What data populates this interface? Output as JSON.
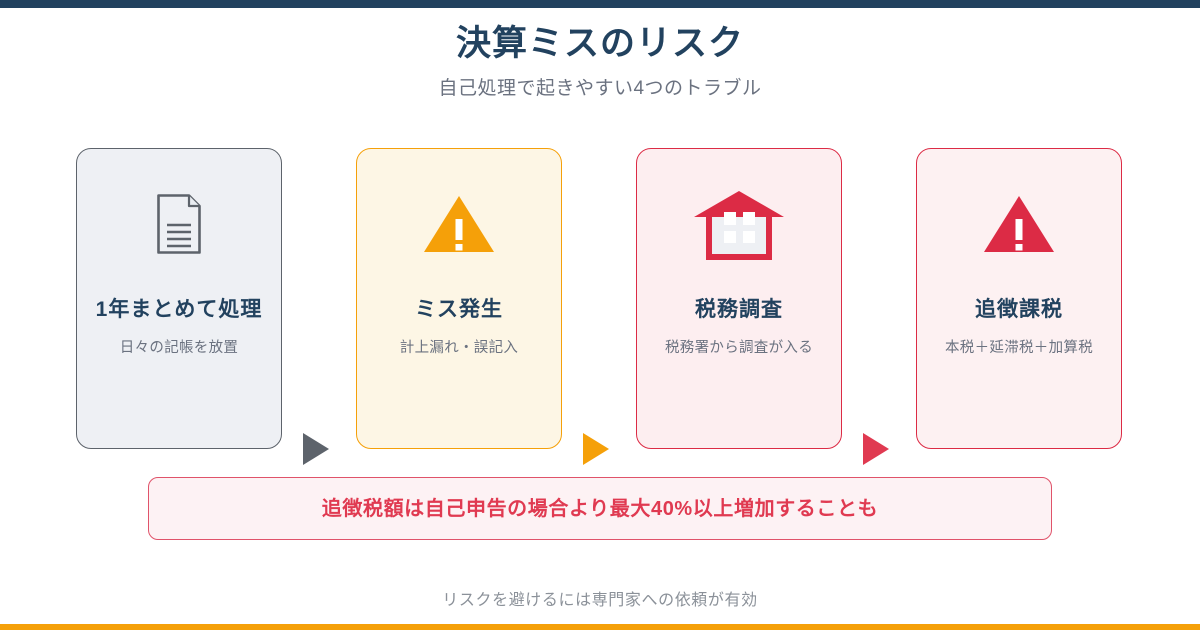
{
  "theme": {
    "top_bar_color": "#22425f",
    "bottom_bar_color": "#f5a009",
    "title_color": "#22425f",
    "subtitle_color": "#6b7280",
    "accent_orange": "#f5a009",
    "accent_red": "#dc2b45",
    "accent_gray": "#5d636b"
  },
  "header": {
    "title": "決算ミスのリスク",
    "subtitle": "自己処理で起きやすい4つのトラブル"
  },
  "flow": {
    "cards": [
      {
        "icon": "document-icon",
        "title": "1年まとめて処理",
        "subtitle": "日々の記帳を放置",
        "fill": "#eef0f4",
        "border": "#5d636b",
        "icon_color": "#5d636b"
      },
      {
        "icon": "warning-triangle-icon",
        "title": "ミス発生",
        "subtitle": "計上漏れ・誤記入",
        "fill": "#fdf6e5",
        "border": "#f5a009",
        "icon_color": "#f5a009"
      },
      {
        "icon": "tax-office-building-icon",
        "title": "税務調査",
        "subtitle": "税務署から調査が入る",
        "fill": "#fdeef0",
        "border": "#dc2b45",
        "icon_color": "#dc2b45"
      },
      {
        "icon": "warning-triangle-icon",
        "title": "追徴課税",
        "subtitle": "本税＋延滞税＋加算税",
        "fill": "#fdf1f2",
        "border": "#dc2b45",
        "icon_color": "#dc2b45"
      }
    ],
    "arrows": [
      {
        "name": "arrow-1",
        "color": "#5d636b"
      },
      {
        "name": "arrow-2",
        "color": "#f5a009"
      },
      {
        "name": "arrow-3",
        "color": "#e03a51"
      }
    ]
  },
  "banner": {
    "text": "追徴税額は自己申告の場合より最大40%以上増加することも",
    "text_color": "#e03a51",
    "background": "#fdf2f4",
    "border": "#e0536a"
  },
  "footer": {
    "text": "リスクを避けるには専門家への依頼が有効"
  }
}
